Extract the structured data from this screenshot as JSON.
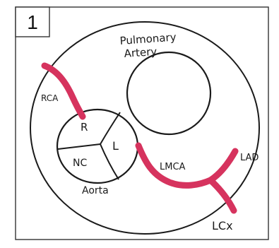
{
  "panel_number": "1",
  "labels": {
    "pulmonary_line1": "Pulmonary",
    "pulmonary_line2": "Artery",
    "rca": "RCA",
    "cusp_r": "R",
    "cusp_l": "L",
    "cusp_nc": "NC",
    "aorta": "Aorta",
    "lmca": "LMCA",
    "lad": "LAD",
    "lcx": "LCx"
  },
  "colors": {
    "artery": "#d6335e",
    "ink": "#1a1a1a",
    "frame": "#333333",
    "background": "#ffffff"
  }
}
